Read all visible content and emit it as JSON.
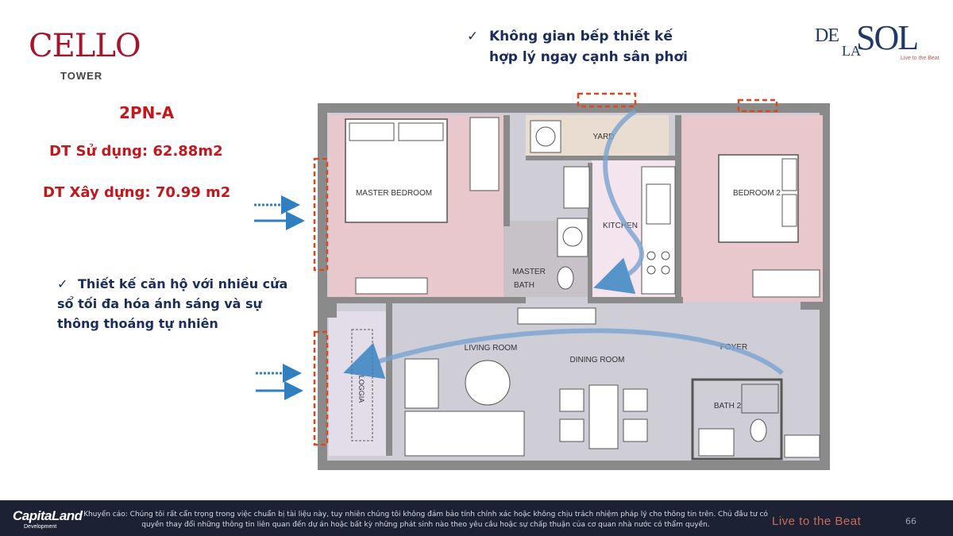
{
  "logos": {
    "cello_word": "CELLO",
    "cello_sub": "TOWER",
    "delasol_de": "DE",
    "delasol_la": "LA",
    "delasol_sol": "SOL",
    "delasol_tag": "Live to the Beat"
  },
  "unit": {
    "code": "2PN-A",
    "usable_area": "DT Sử dụng: 62.88m2",
    "built_area": "DT Xây dựng: 70.99 m2"
  },
  "notes": {
    "check": "✓",
    "kitchen_line1": "Không gian bếp thiết kế",
    "kitchen_line2": "hợp lý ngay cạnh sân phơi",
    "window_line1": "Thiết kế căn hộ với nhiều cửa",
    "window_line2": "sổ tối đa hóa ánh sáng và sự",
    "window_line3": "thông thoáng tự nhiên"
  },
  "rooms": {
    "master_bedroom": "MASTER BEDROOM",
    "yard": "YARD",
    "kitchen": "KITCHEN",
    "bedroom2": "BEDROOM 2",
    "master_bath1": "MASTER",
    "master_bath2": "BATH",
    "living": "LIVING ROOM",
    "dining": "DINING ROOM",
    "foyer": "FOYER",
    "bath2": "BATH 2",
    "loggia": "LOGGIA"
  },
  "colors": {
    "bedroom_pink": "#e8c8cc",
    "floor_gray": "#cfcdd6",
    "wall": "#808080",
    "accent_red": "#c4161c",
    "dash_orange": "#d9481e",
    "arrow_blue": "#2f7fc1",
    "navy": "#1b2d5c"
  },
  "footer": {
    "brand": "CapitaLand",
    "brand_sub": "Development",
    "disclaimer_line1": "Khuyến cáo: Chúng tôi rất cẩn trọng trong việc chuẩn bị tài liệu này, tuy nhiên chúng tôi không đảm bảo tính chính xác hoặc không chịu trách nhiệm pháp lý cho thông tin trên. Chủ đầu tư có",
    "disclaimer_line2": "quyền thay đổi những thông tin liên quan đến dự án hoặc bất kỳ những phát sinh nào theo yêu cầu hoặc sự chấp thuận của cơ quan nhà nước có thẩm quyền.",
    "tagline": "Live to the Beat",
    "page": "66"
  }
}
